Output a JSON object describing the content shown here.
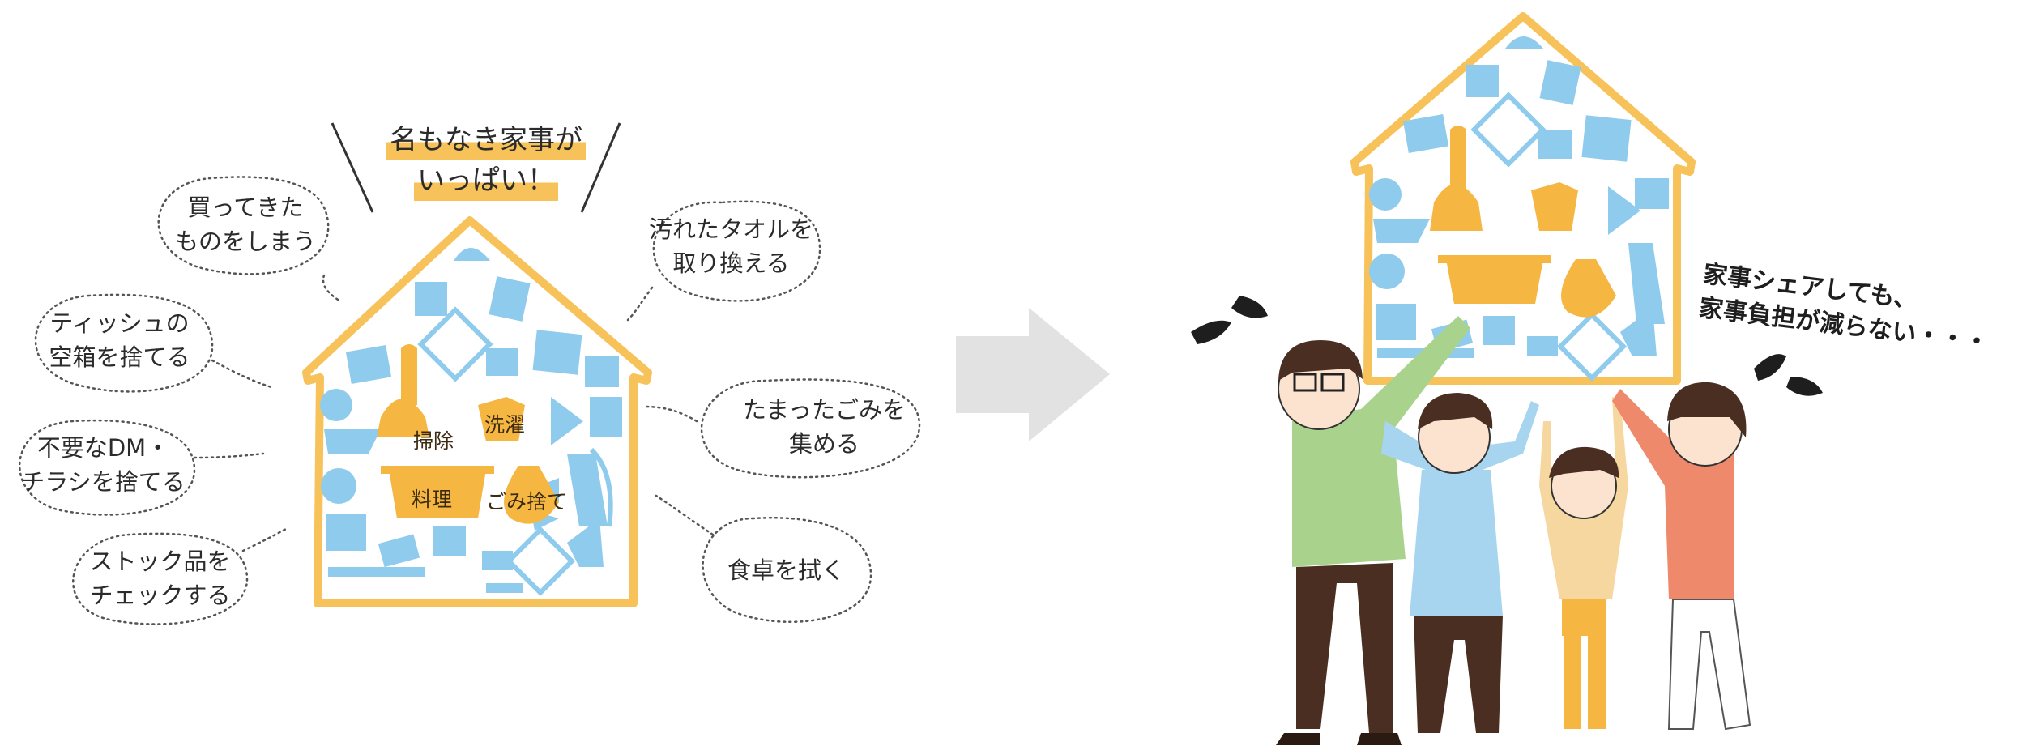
{
  "title": {
    "line1": "名もなき家事が",
    "line2": "いっぱい！"
  },
  "bubbles": {
    "shopping": [
      "買ってきた",
      "ものをしまう"
    ],
    "towel": [
      "汚れたタオルを",
      "取り換える"
    ],
    "tissue": [
      "ティッシュの",
      "空箱を捨てる"
    ],
    "garbage": [
      "たまったごみを",
      "集める"
    ],
    "dm": [
      "不要なDM・",
      "チラシを捨てる"
    ],
    "stock": [
      "ストック品を",
      "チェックする"
    ],
    "table": [
      "食卓を拭く"
    ]
  },
  "house_labels": {
    "cleaning": "掃除",
    "laundry": "洗濯",
    "cooking": "料理",
    "trash": "ごみ捨て"
  },
  "speech": {
    "line1": "家事シェアしても、",
    "line2": "家事負担が減らない・・・"
  },
  "colors": {
    "house_outline": "#f7c25a",
    "items_blue": "#8fcbec",
    "items_orange": "#f5b642",
    "arrow_gray": "#e2e2e2",
    "father_shirt": "#a9d38d",
    "son_shirt": "#a7d5ef",
    "mother_shirt": "#ee8a6b",
    "pants_dark": "#4a2e22"
  }
}
